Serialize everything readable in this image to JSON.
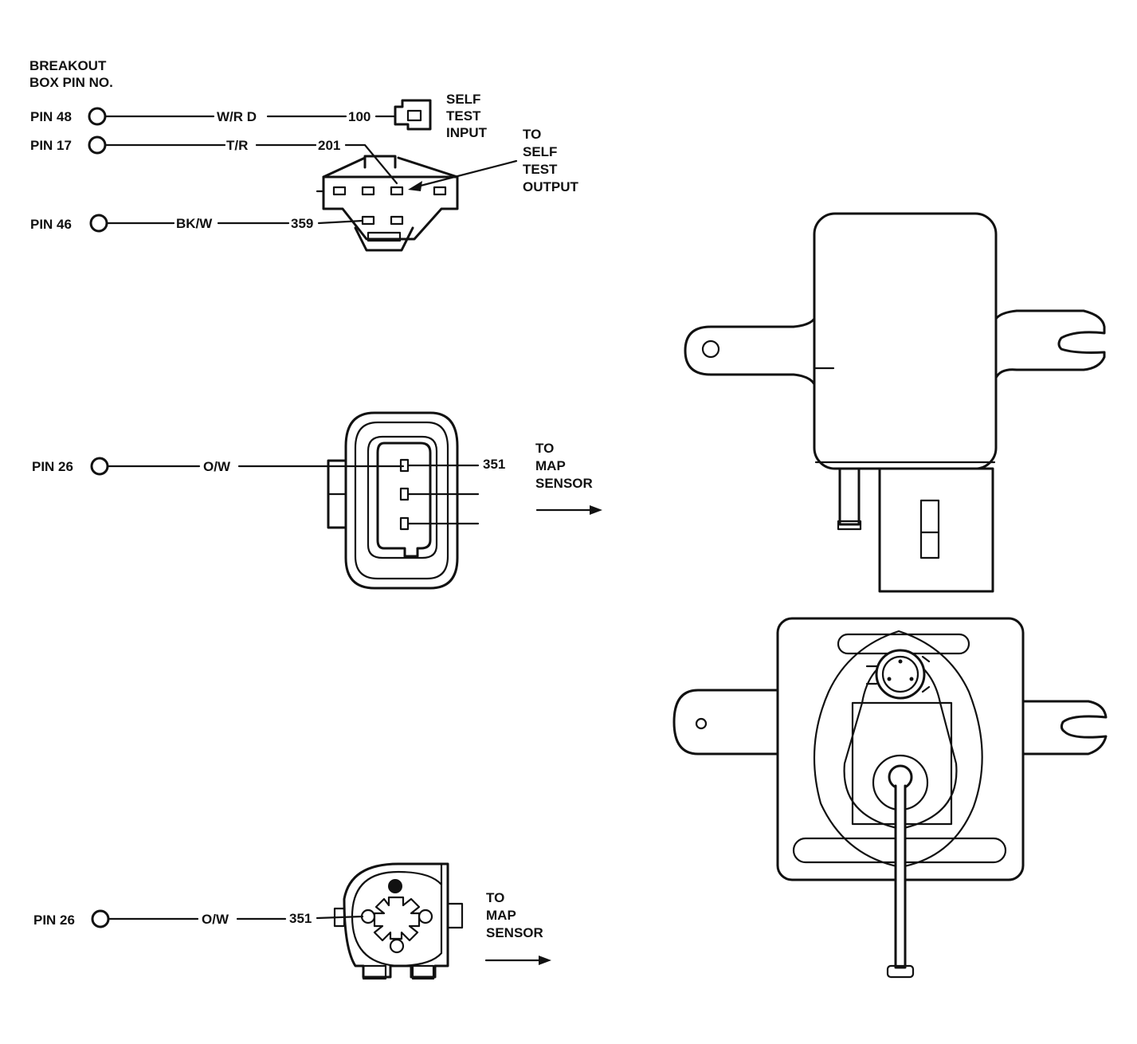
{
  "header": {
    "line1": "BREAKOUT",
    "line2": "BOX PIN NO."
  },
  "circuits": [
    {
      "pin": "PIN 48",
      "wire": "W/R D",
      "circuit": "100"
    },
    {
      "pin": "PIN 17",
      "wire": "T/R",
      "circuit": "201"
    },
    {
      "pin": "PIN 46",
      "wire": "BK/W",
      "circuit": "359"
    },
    {
      "pin": "PIN 26",
      "wire": "O/W",
      "circuit": "351"
    },
    {
      "pin": "PIN 26",
      "wire": "O/W",
      "circuit": "351"
    }
  ],
  "callouts": {
    "self_test_input": [
      "SELF",
      "TEST",
      "INPUT"
    ],
    "self_test_output": [
      "TO",
      "SELF",
      "TEST",
      "OUTPUT"
    ],
    "map_sensor_1": [
      "TO",
      "MAP",
      "SENSOR"
    ],
    "map_sensor_2": [
      "TO",
      "MAP",
      "SENSOR"
    ]
  }
}
